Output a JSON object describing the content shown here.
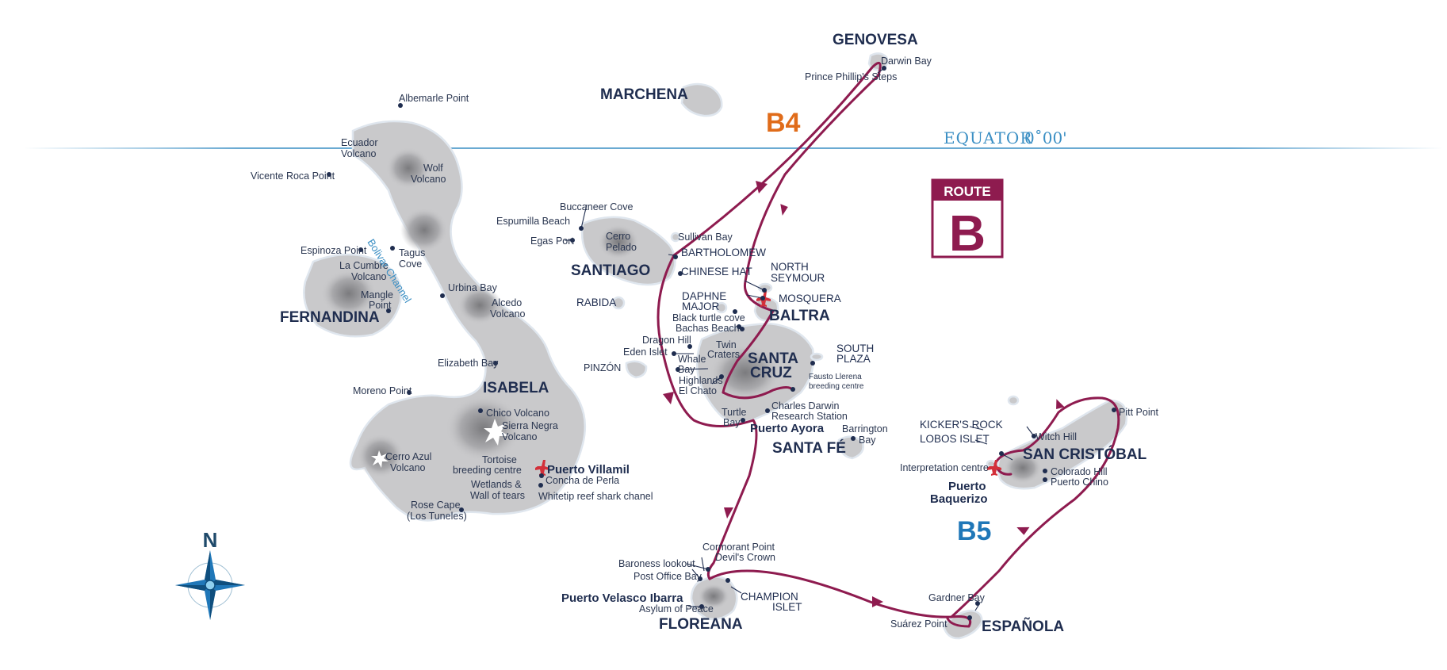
{
  "colors": {
    "route": "#8e1b4f",
    "land": "#c9c9cb",
    "b4_label": "#e06c1a",
    "b5_label": "#1f77b8",
    "equator": "#3b8fc4",
    "text": "#1f2d4f"
  },
  "icons": {
    "airport": "airplane-icon",
    "compass": "compass-rose-icon",
    "volcano": "volcano-star-icon"
  },
  "legend": {
    "route_title": "ROUTE",
    "route_letter": "B",
    "segment_b4": "B4",
    "segment_b5": "B5",
    "compass_north": "N"
  },
  "equator": {
    "name": "EQUATOR",
    "degrees": "0˚00'"
  },
  "islands": {
    "genovesa": "GENOVESA",
    "marchena": "MARCHENA",
    "santiago": "SANTIAGO",
    "fernandina": "FERNANDINA",
    "isabela": "ISABELA",
    "baltra": "BALTRA",
    "santa_cruz_1": "SANTA",
    "santa_cruz_2": "CRUZ",
    "santa_fe": "SANTA FÉ",
    "san_cristobal": "SAN CRISTÓBAL",
    "floreana": "FLOREANA",
    "espanola": "ESPAÑOLA"
  },
  "islets": {
    "bartholomew": "BARTHOLOMEW",
    "chinese_hat": "CHINESE HAT",
    "rabida": "RABIDA",
    "pinzon": "PINZÓN",
    "north_seymour_1": "NORTH",
    "north_seymour_2": "SEYMOUR",
    "mosquera": "MOSQUERA",
    "daphne_1": "DAPHNE",
    "daphne_2": "MAJOR",
    "south_plaza_1": "SOUTH",
    "south_plaza_2": "PLAZA",
    "kickers_rock": "KICKER'S ROCK",
    "lobos_islet": "LOBOS ISLET",
    "champion_1": "CHAMPION",
    "champion_2": "ISLET"
  },
  "towns": {
    "puerto_ayora": "Puerto Ayora",
    "puerto_villamil": "Puerto Villamil",
    "puerto_baquerizo_1": "Puerto",
    "puerto_baquerizo_2": "Baquerizo",
    "puerto_velasco": "Puerto Velasco Ibarra"
  },
  "sites": {
    "darwin_bay": "Darwin Bay",
    "prince_phillips": "Prince Phillip's Steps",
    "albemarle": "Albemarle Point",
    "ecuador_1": "Ecuador",
    "ecuador_2": "Volcano",
    "wolf_1": "Wolf",
    "wolf_2": "Volcano",
    "vicente_roca": "Vicente Roca Point",
    "espinoza": "Espinoza Point",
    "bolivar_channel": "Bolivar Channel",
    "tagus_1": "Tagus",
    "tagus_2": "Cove",
    "la_cumbre_1": "La Cumbre",
    "la_cumbre_2": "Volcano",
    "mangle_1": "Mangle",
    "mangle_2": "Point",
    "urbina": "Urbina Bay",
    "alcedo_1": "Alcedo",
    "alcedo_2": "Volcano",
    "elizabeth": "Elizabeth Bay",
    "moreno": "Moreno Point",
    "chico": "Chico Volcano",
    "sierra_negra_1": "Sierra Negra",
    "sierra_negra_2": "Volcano",
    "cerro_azul_1": "Cerro Azul",
    "cerro_azul_2": "Volcano",
    "tortoise_1": "Tortoise",
    "tortoise_2": "breeding centre",
    "wetlands_1": "Wetlands &",
    "wetlands_2": "Wall of tears",
    "concha": "Concha de Perla",
    "whitetip": "Whitetip reef shark chanel",
    "rose_cape_1": "Rose Cape",
    "rose_cape_2": "(Los Tuneles)",
    "buccaneer": "Buccaneer Cove",
    "espumilla": "Espumilla Beach",
    "egas": "Egas Port",
    "cerro_pelado_1": "Cerro",
    "cerro_pelado_2": "Pelado",
    "sullivan": "Sullivan Bay",
    "black_turtle": "Black turtle cove",
    "bachas": "Bachas Beach",
    "dragon_hill": "Dragon Hill",
    "eden": "Eden Islet",
    "whale_1": "Whale",
    "whale_2": "Bay",
    "twin_1": "Twin",
    "twin_2": "Craters",
    "highlands_1": "Highlands",
    "highlands_2": "El Chato",
    "fausto_1": "Fausto Llerena",
    "fausto_2": "breeding centre",
    "turtle_1": "Turtle",
    "turtle_2": "Bay",
    "darwin_station_1": "Charles Darwin",
    "darwin_station_2": "Research Station",
    "barrington_1": "Barrington",
    "barrington_2": "Bay",
    "pitt": "Pitt Point",
    "witch_hill": "Witch Hill",
    "interpretation": "Interpretation centre",
    "colorado": "Colorado Hill",
    "puerto_chino": "Puerto Chino",
    "cormorant": "Cormorant Point",
    "devils_crown": "Devil's Crown",
    "baroness": "Baroness lookout",
    "post_office": "Post Office Bay",
    "asylum": "Asylum of Peace",
    "gardner": "Gardner Bay",
    "suarez": "Suárez Point"
  }
}
